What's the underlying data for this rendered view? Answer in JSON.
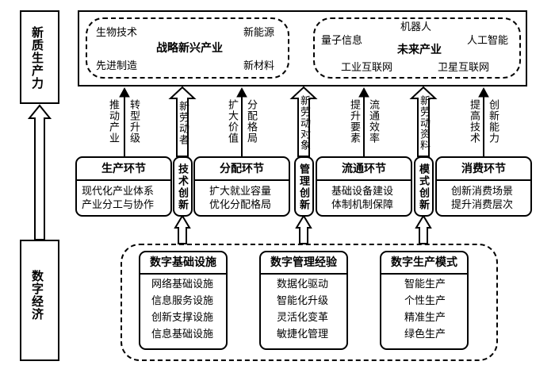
{
  "left_column": {
    "top": "新质生产力",
    "bottom": "数字经济"
  },
  "top_box": {
    "left_group": {
      "title": "战略新兴产业",
      "items": [
        "生物技术",
        "新能源",
        "先进制造",
        "新材料"
      ]
    },
    "right_group": {
      "title": "未来产业",
      "items": [
        "机器人",
        "量子信息",
        "人工智能",
        "工业互联网",
        "卫星互联网"
      ]
    }
  },
  "arrow_labels": {
    "a1": "推动产业",
    "a2": "转型升级",
    "a3": "新劳动者",
    "a4": "扩大价值",
    "a5": "分配格局",
    "a6": "新劳动对象",
    "a7": "提升要素",
    "a8": "流通效率",
    "a9": "新劳动资料",
    "a10": "提高技术",
    "a11": "创新能力"
  },
  "stages": {
    "production": {
      "title": "生产环节",
      "lines": [
        "现代化产业体系",
        "产业分工与协作"
      ]
    },
    "distribution": {
      "title": "分配环节",
      "lines": [
        "扩大就业容量",
        "优化分配格局"
      ]
    },
    "circulation": {
      "title": "流通环节",
      "lines": [
        "基础设备建设",
        "体制机制保障"
      ]
    },
    "consumption": {
      "title": "消费环节",
      "lines": [
        "创新消费场景",
        "提升消费层次"
      ]
    }
  },
  "connectors": {
    "tech": "技术创新",
    "mgmt": "管理创新",
    "mode": "模式创新"
  },
  "bottom_group": {
    "infra": {
      "title": "数字基础设施",
      "lines": [
        "网络基础设施",
        "信息服务设施",
        "创新支撑设施",
        "信息基础设施"
      ]
    },
    "mgmt": {
      "title": "数字管理经验",
      "lines": [
        "数据化驱动",
        "智能化升级",
        "灵活化变革",
        "敏捷化管理"
      ]
    },
    "mode": {
      "title": "数字生产模式",
      "lines": [
        "智能生产",
        "个性生产",
        "精准生产",
        "绿色生产"
      ]
    }
  }
}
